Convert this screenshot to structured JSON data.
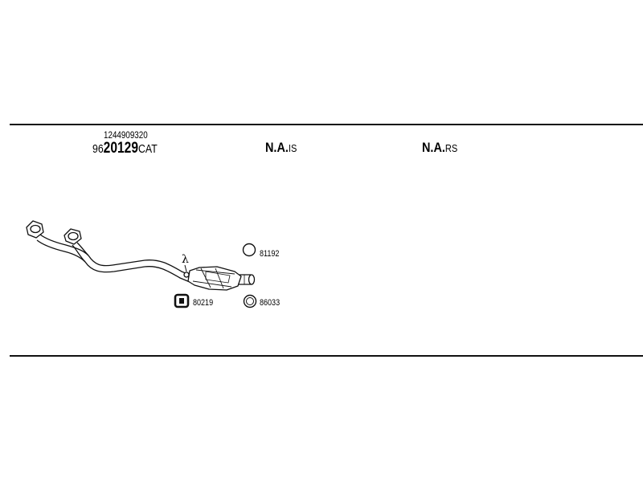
{
  "header": {
    "part_number": "1244909320",
    "code_prefix": "96",
    "code_main": "20129",
    "code_suffix": "CAT",
    "section_2_main": "N.A.",
    "section_2_suffix": "IS",
    "section_3_main": "N.A.",
    "section_3_suffix": "RS"
  },
  "diagram": {
    "lambda_symbol": "λ",
    "parts": [
      {
        "ref": "81192",
        "icon": "ring-gasket-icon"
      },
      {
        "ref": "80219",
        "icon": "rubber-mount-icon"
      },
      {
        "ref": "86033",
        "icon": "sealing-ring-icon"
      }
    ]
  }
}
